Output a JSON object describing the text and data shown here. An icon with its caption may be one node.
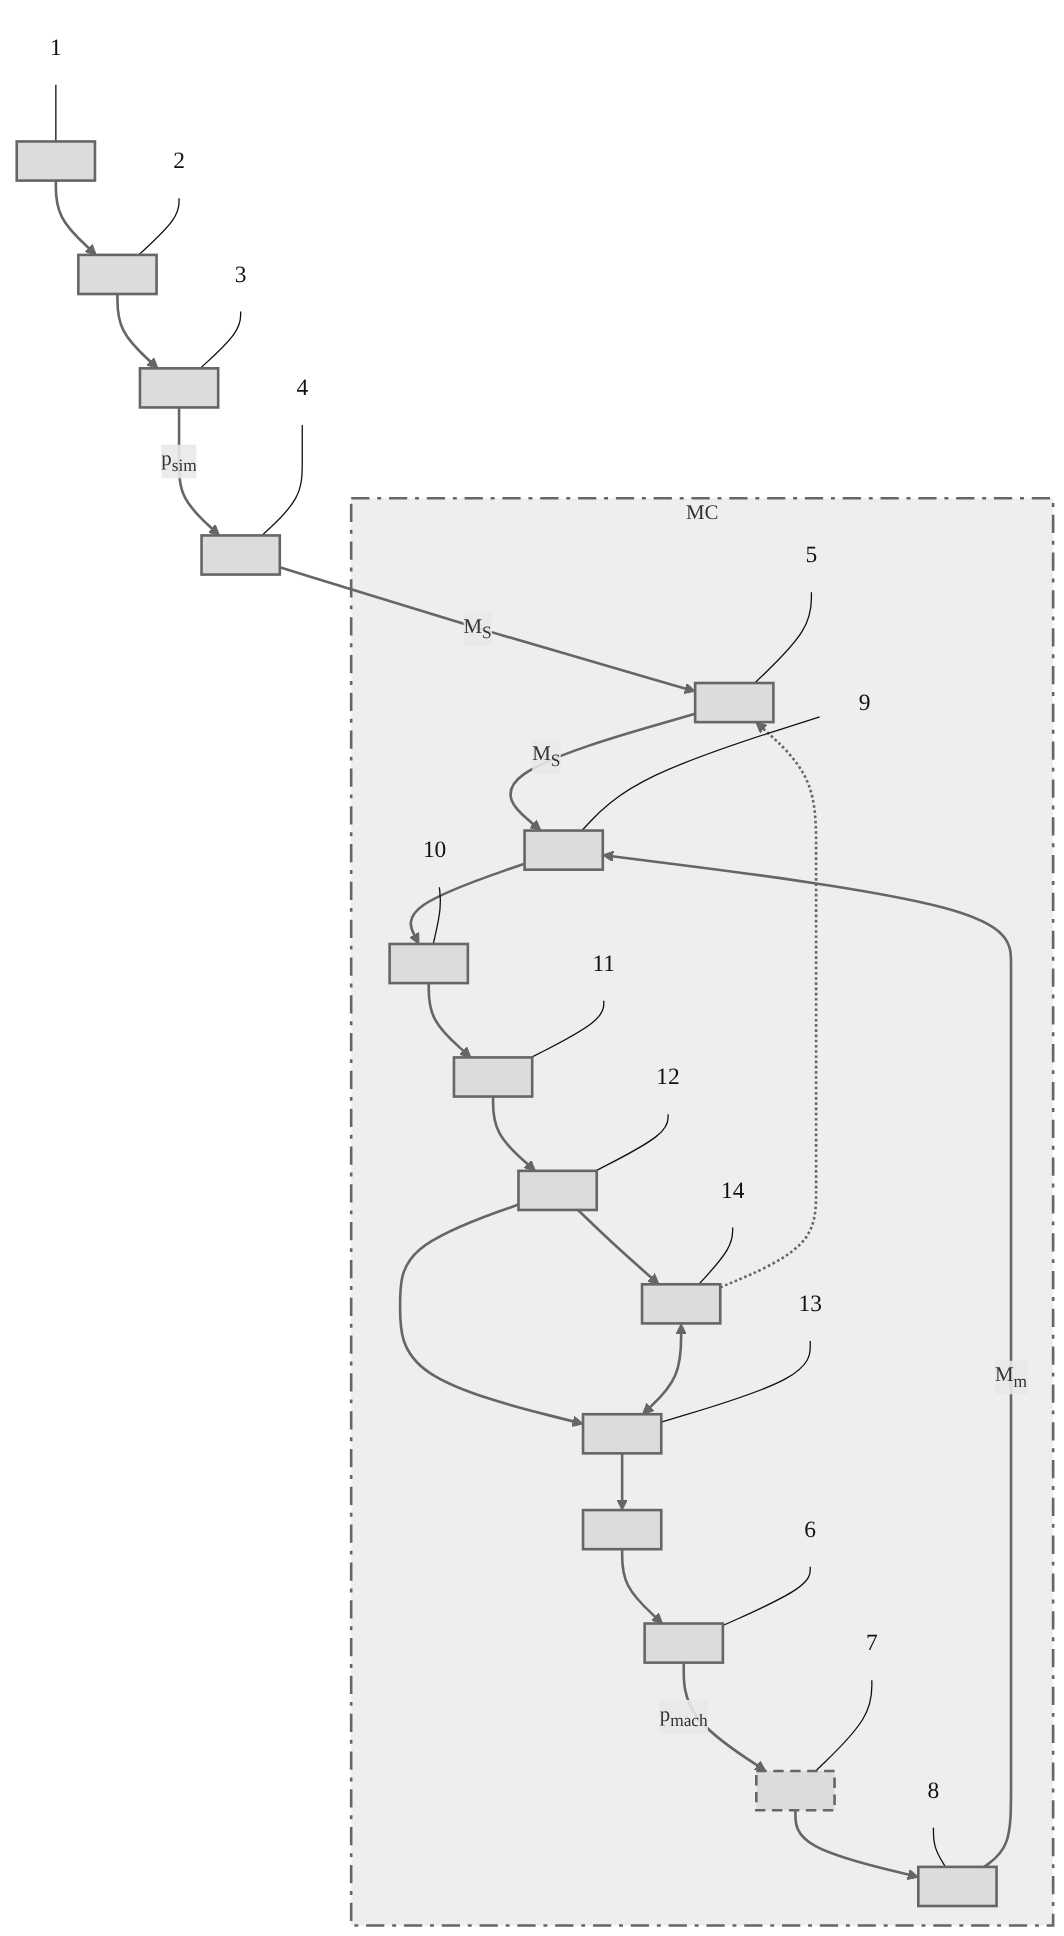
{
  "diagram": {
    "nodes": [
      {
        "text": [],
        "shape": "box"
      },
      {
        "text": [],
        "shape": "box"
      },
      {
        "text": [],
        "shape": "box"
      },
      {
        "text": [],
        "shape": "box"
      },
      {
        "text": [
          "MC"
        ]
      },
      {
        "text": [],
        "shape": "box",
        "in": 4
      },
      {
        "text": [],
        "shape": "box",
        "in": 4
      },
      {
        "text": [],
        "shape": "box",
        "in": 4
      },
      {
        "text": [],
        "shape": "box",
        "in": 4
      },
      {
        "text": [],
        "shape": "box",
        "in": 4
      },
      {
        "text": [],
        "shape": "box",
        "in": 4
      },
      {
        "text": [],
        "shape": "box",
        "in": 4
      },
      {
        "text": [],
        "shape": "box",
        "in": 4
      },
      {
        "text": [],
        "shape": "box",
        "in": 4
      },
      {
        "text": [],
        "shape": "box",
        "in": 4
      },
      {
        "text": [],
        "shape": "box",
        "in": 4
      },
      {
        "text": [
          "1"
        ]
      },
      {
        "text": [
          "2"
        ]
      },
      {
        "text": [
          "3"
        ]
      },
      {
        "text": [
          "4"
        ]
      },
      {
        "text": [
          "5"
        ],
        "in": 4
      },
      {
        "text": [
          "6"
        ],
        "in": 4
      },
      {
        "text": [
          "7"
        ],
        "in": 4
      },
      {
        "text": [
          "8"
        ],
        "in": 4
      },
      {
        "text": [
          "9"
        ],
        "in": 4
      },
      {
        "text": [
          "10"
        ],
        "in": 4
      },
      {
        "text": [
          "11"
        ],
        "in": 4
      },
      {
        "text": [
          "12"
        ],
        "in": 4
      },
      {
        "text": [
          "13"
        ],
        "in": 4
      },
      {
        "text": [
          "14"
        ],
        "in": 4
      }
    ],
    "edges": [
      {
        "from": 0,
        "to": 1,
        "arrow": "to"
      },
      {
        "from": 1,
        "to": 2,
        "arrow": "to"
      },
      {
        "from": 2,
        "to": 3,
        "arrow": "to",
        "label": "p$_{sim}$"
      },
      {
        "from": 3,
        "to": 6,
        "arrow": "to",
        "label": "M$_{S}$"
      },
      {
        "from": 5,
        "to": 7,
        "arrow": "to"
      },
      {
        "from": 7,
        "to": 8,
        "arrow": "to",
        "label": "p$_{mach}$"
      },
      {
        "from": 8,
        "to": 9,
        "arrow": "to"
      },
      {
        "from": 6,
        "to": 10,
        "arrow": "to",
        "label": "M$_{S}$"
      },
      {
        "from": 9,
        "to": 10,
        "arrow": "to",
        "label": "M$_{m}$"
      },
      {
        "from": 10,
        "to": 11,
        "arrow": "to"
      },
      {
        "from": 11,
        "to": 12,
        "arrow": "to"
      },
      {
        "from": 12,
        "to": 13,
        "arrow": "to"
      },
      {
        "from": 13,
        "to": 14,
        "arrow": "to"
      },
      {
        "from": 13,
        "to": 15,
        "arrow": "to"
      },
      {
        "from": 14,
        "to": 15,
        "arrow": "both"
      },
      {
        "from": 15,
        "to": 5,
        "arrow": "to"
      },
      {
        "from": 14,
        "to": 6,
        "arrow": "to",
        "style": "dashed"
      },
      {
        "from": 16,
        "to": 0,
        "arrow": "none"
      },
      {
        "from": 17,
        "to": 1,
        "arrow": "none"
      },
      {
        "from": 18,
        "to": 2,
        "arrow": "none"
      },
      {
        "from": 19,
        "to": 3,
        "arrow": "none"
      },
      {
        "from": 20,
        "to": 6,
        "arrow": "none"
      },
      {
        "from": 21,
        "to": 7,
        "arrow": "none"
      },
      {
        "from": 22,
        "to": 8,
        "arrow": "none"
      },
      {
        "from": 23,
        "to": 9,
        "arrow": "none"
      },
      {
        "from": 24,
        "to": 10,
        "arrow": "none"
      },
      {
        "from": 25,
        "to": 11,
        "arrow": "none"
      },
      {
        "from": 26,
        "to": 12,
        "arrow": "none"
      },
      {
        "from": 27,
        "to": 13,
        "arrow": "none"
      },
      {
        "from": 28,
        "to": 15,
        "arrow": "none"
      },
      {
        "from": 29,
        "to": 14,
        "arrow": "none"
      }
    ]
  }
}
